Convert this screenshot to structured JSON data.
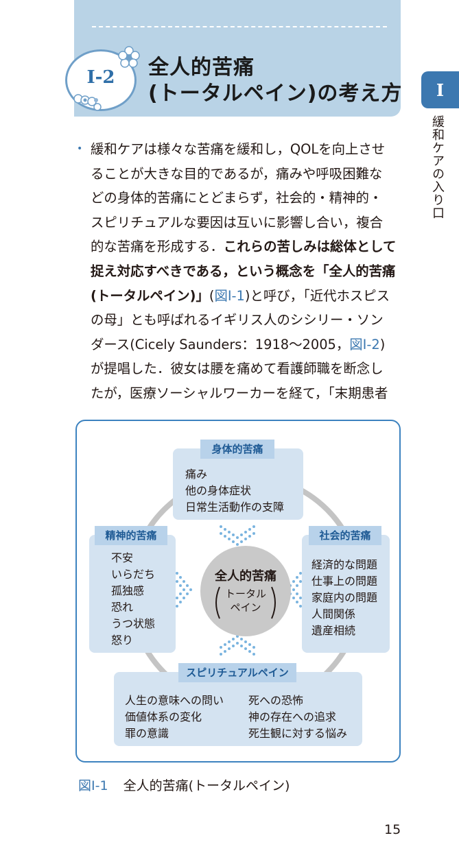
{
  "header": {
    "section_number": "I-2",
    "title_line1": "全人的苦痛",
    "title_line2": "(トータルペイン)の考え方"
  },
  "side_tab": {
    "chapter": "I",
    "chapter_title": "緩和ケアの入り口"
  },
  "body": {
    "bullet": "•",
    "lines": [
      "緩和ケアは様々な苦痛を緩和し，QOLを向上させ",
      "ることが大きな目的であるが，痛みや呼吸困難な",
      "どの身体的苦痛にとどまらず，社会的・精神的・",
      "スピリチュアルな要因は互いに影響し合い，複合"
    ],
    "line5_normal": "的な苦痛を形成する．",
    "line5_bold": "これらの苦しみは総体として",
    "line6_bold": "捉え対応すべきである，という概念を「全人的苦痛",
    "line7_bold": "(トータルペイン)」",
    "line7_ref_open": "(",
    "line7_ref": "図Ⅰ-1",
    "line7_rest": ")と呼び，「近代ホスピス",
    "line8": "の母」とも呼ばれるイギリス人のシシリー・ソン",
    "line9_text": "ダース(Cicely Saunders：1918〜2005，",
    "line9_ref": "図Ⅰ-2",
    "line9_close": ")",
    "line10": "が提唱した．彼女は腰を痛めて看護師職を断念し",
    "line11": "たが，医療ソーシャルワーカーを経て，「末期患者"
  },
  "figure": {
    "physical": {
      "heading": "身体的苦痛",
      "items": [
        "痛み",
        "他の身体症状",
        "日常生活動作の支障"
      ]
    },
    "mental": {
      "heading": "精神的苦痛",
      "items": [
        "不安",
        "いらだち",
        "孤独感",
        "恐れ",
        "うつ状態",
        "怒り"
      ]
    },
    "social": {
      "heading": "社会的苦痛",
      "items": [
        "経済的な問題",
        "仕事上の問題",
        "家庭内の問題",
        "人間関係",
        "遺産相続"
      ]
    },
    "spiritual": {
      "heading": "スピリチュアルペイン",
      "items_left": [
        "人生の意味への問い",
        "価値体系の変化",
        "罪の意識"
      ],
      "items_right": [
        "死への恐怖",
        "神の存在への追求",
        "死生観に対する悩み"
      ]
    },
    "center": {
      "title": "全人的苦痛",
      "sub_line1": "トータル",
      "sub_line2": "ペイン"
    },
    "caption_number": "図Ⅰ-1",
    "caption_text": "全人的苦痛(トータルペイン)"
  },
  "footer": {
    "page_number": "15"
  },
  "colors": {
    "accent": "#3c78b0",
    "banner": "#b9d3e6",
    "box_fill": "#d4e3f1",
    "box_head": "#b8d2ea",
    "center_circle": "#c9c9c9"
  }
}
